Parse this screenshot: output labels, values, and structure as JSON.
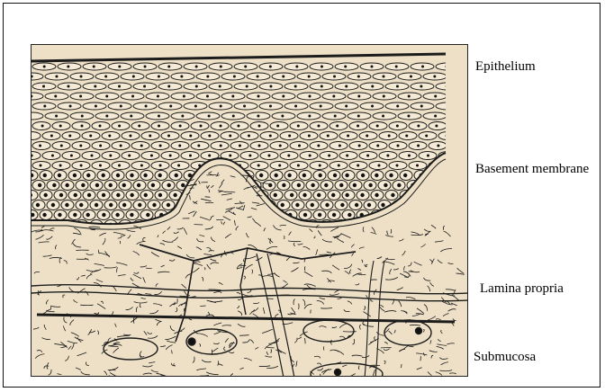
{
  "figure": {
    "labels": {
      "epithelium": "Epithelium",
      "basement_membrane": "Basement membrane",
      "lamina_propria": "Lamina propria",
      "submucosa": "Submucosa"
    },
    "colors": {
      "background": "#ede0c6",
      "ink": "#1c1c1c",
      "nucleus": "#111111"
    }
  }
}
